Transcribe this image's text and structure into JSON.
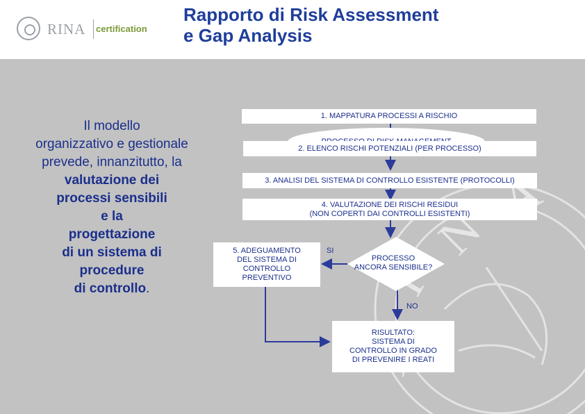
{
  "header": {
    "logo_rina": "RINA",
    "logo_cert": "certification",
    "title_line1": "Rapporto di Risk Assessment",
    "title_line2": "e Gap Analysis"
  },
  "left_text": {
    "line1": "Il modello",
    "line2": "organizzativo e gestionale",
    "line3": "prevede, innanzitutto, la",
    "line4": "valutazione dei",
    "line5": "processi sensibili",
    "line6": "e la",
    "line7": "progettazione",
    "line8": "di un sistema di",
    "line9": "procedure",
    "line10": "di controllo",
    "line10_end": "."
  },
  "flowchart": {
    "header": "PROCESSO DI RISK MANAGEMENT",
    "step1": "1. MAPPATURA  PROCESSI A RISCHIO",
    "step2": "2. ELENCO RISCHI POTENZIALI (PER PROCESSO)",
    "step3": "3. ANALISI DEL SISTEMA DI CONTROLLO ESISTENTE (PROTOCOLLI)",
    "step4_line1": "4. VALUTAZIONE DEI RISCHI RESIDUI",
    "step4_line2": "(NON COPERTI DAI CONTROLLI ESISTENTI)",
    "step5_line1": "5. ADEGUAMENTO",
    "step5_line2": "DEL SISTEMA  DI",
    "step5_line3": "CONTROLLO",
    "step5_line4": "PREVENTIVO",
    "decision_line1": "PROCESSO",
    "decision_line2": "ANCORA SENSIBILE?",
    "yes_label": "SI",
    "no_label": "NO",
    "result_line1": "RISULTATO:",
    "result_line2": "SISTEMA DI",
    "result_line3": "CONTROLLO IN GRADO",
    "result_line4": "DI PREVENIRE I REATI"
  },
  "colors": {
    "text_blue": "#1a2f8c",
    "arrow_blue": "#2a3b9a",
    "background_gray": "#c2c2c2",
    "title_blue": "#1f3e9a"
  },
  "watermark": {
    "text_letters": [
      "R",
      "I",
      "N",
      "A"
    ]
  }
}
